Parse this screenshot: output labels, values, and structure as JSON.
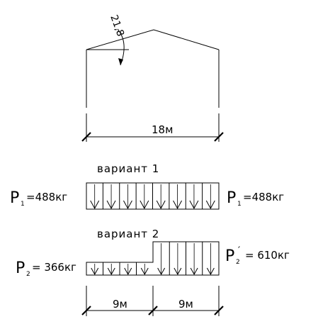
{
  "frame": {
    "angle_label": "21,8",
    "span_label": "18м"
  },
  "variant1": {
    "title": "вариант 1",
    "left_load": {
      "symbol": "P",
      "sub": "1",
      "value": "=488кг"
    },
    "right_load": {
      "symbol": "P",
      "sub": "1",
      "value": "=488кг"
    },
    "arrow_count": 8
  },
  "variant2": {
    "title": "вариант 2",
    "left_load": {
      "symbol": "P",
      "sub": "2",
      "value": "= 366кг"
    },
    "right_load": {
      "symbol": "P",
      "sub": "2",
      "prime": "′",
      "value": "= 610кг"
    },
    "left_arrow_count": 4,
    "right_arrow_count": 4,
    "dim_left": "9м",
    "dim_right": "9м"
  }
}
